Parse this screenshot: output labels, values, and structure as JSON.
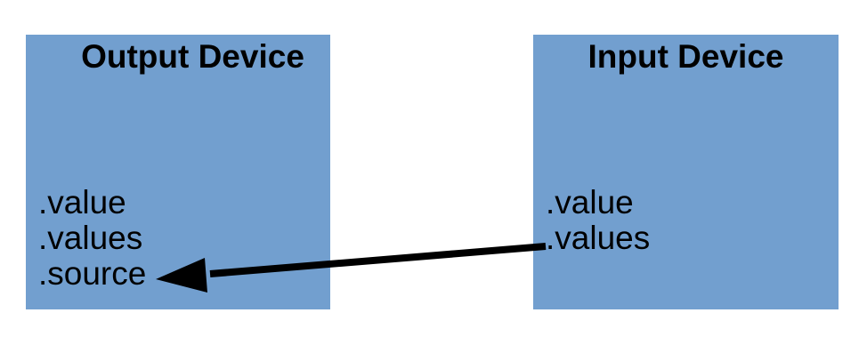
{
  "colors": {
    "background": "#ffffff",
    "box_fill": "#729fcf",
    "text": "#000000",
    "arrow": "#000000"
  },
  "output_device": {
    "title": "Output Device",
    "properties": [
      ".value",
      ".values",
      ".source"
    ]
  },
  "input_device": {
    "title": "Input Device",
    "properties": [
      ".value",
      ".values"
    ]
  },
  "connection": {
    "from": "Input Device .values",
    "to": "Output Device .source",
    "direction": "right-to-left"
  }
}
